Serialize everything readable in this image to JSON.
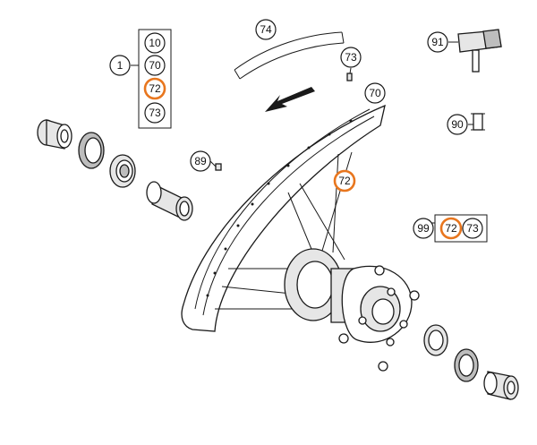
{
  "callouts": {
    "c1": "1",
    "c10": "10",
    "c70a": "70",
    "c72a": "72",
    "c73a": "73",
    "c74": "74",
    "c73b": "73",
    "c70b": "70",
    "c91": "91",
    "c90": "90",
    "c89": "89",
    "c72b": "72",
    "c99": "99",
    "c72c": "72",
    "c73c": "73"
  },
  "colors": {
    "highlight": "#e8761e",
    "line": "#1a1a1a"
  }
}
